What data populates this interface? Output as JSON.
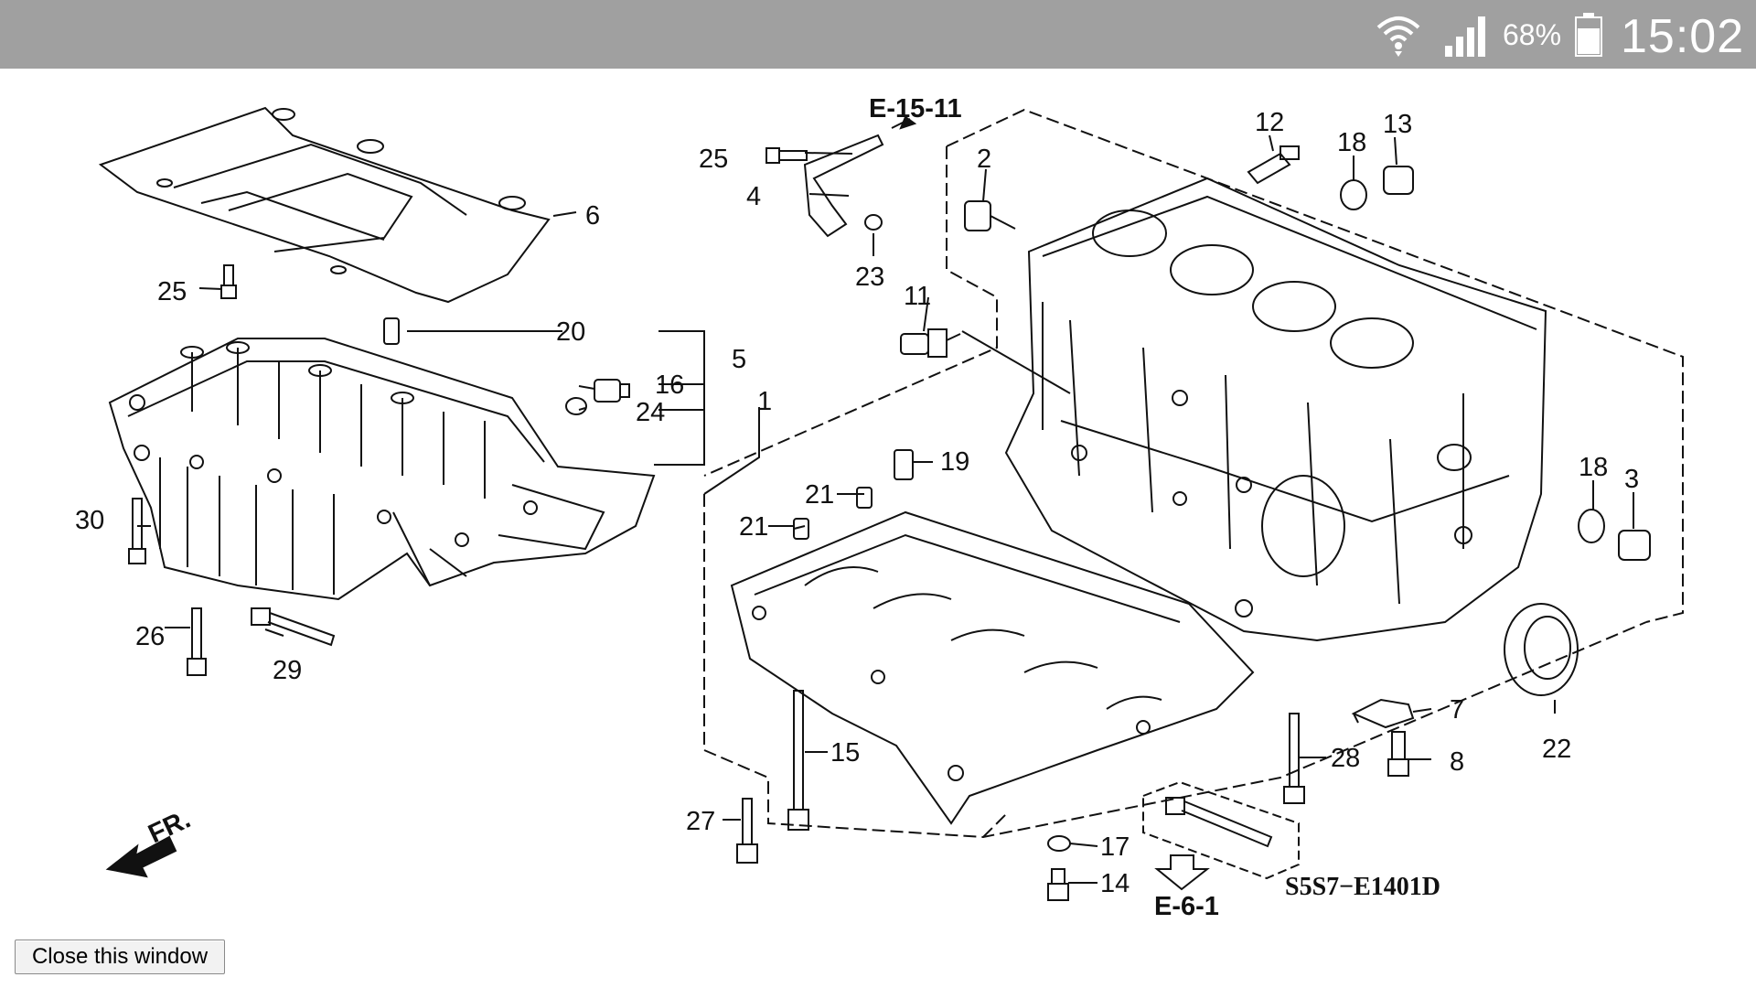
{
  "status_bar": {
    "battery_percent": "68%",
    "time": "15:02",
    "icons": [
      "wifi-icon",
      "signal-icon",
      "battery-icon"
    ]
  },
  "diagram": {
    "references": [
      "E-15-11",
      "E-6-1"
    ],
    "diagram_code": "S5S7−E1401D",
    "direction_label": "FR.",
    "part_numbers": [
      "1",
      "2",
      "3",
      "4",
      "5",
      "6",
      "7",
      "8",
      "11",
      "12",
      "13",
      "14",
      "15",
      "16",
      "17",
      "18",
      "18",
      "19",
      "20",
      "21",
      "21",
      "22",
      "23",
      "24",
      "25",
      "25",
      "26",
      "27",
      "28",
      "29",
      "30"
    ]
  },
  "close_button": {
    "label": "Close this window"
  }
}
